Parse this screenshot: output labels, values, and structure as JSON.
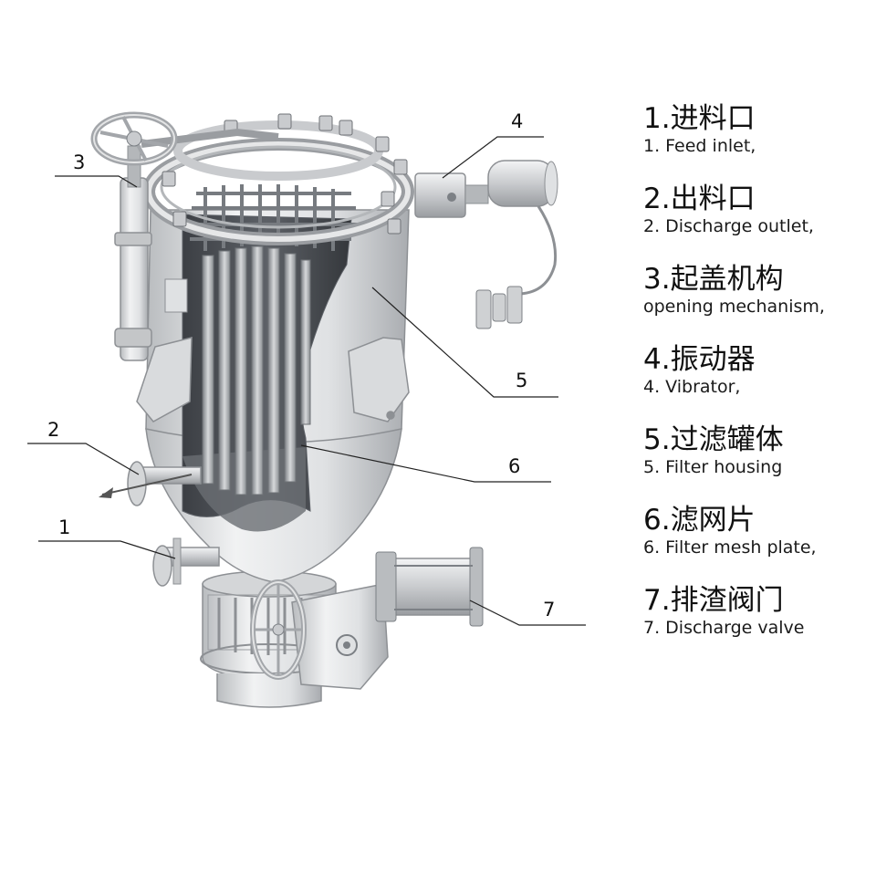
{
  "callouts": {
    "1": "1",
    "2": "2",
    "3": "3",
    "4": "4",
    "5": "5",
    "6": "6",
    "7": "7"
  },
  "legend": [
    {
      "zh": "1.进料口",
      "en": "1. Feed inlet,"
    },
    {
      "zh": "2.出料口",
      "en": "2. Discharge outlet,"
    },
    {
      "zh": "3.起盖机构",
      "en": "opening mechanism,"
    },
    {
      "zh": "4.振动器",
      "en": "4. Vibrator,"
    },
    {
      "zh": "5.过滤罐体",
      "en": "5. Filter housing"
    },
    {
      "zh": "6.滤网片",
      "en": "6. Filter mesh plate,"
    },
    {
      "zh": "7.排渣阀门",
      "en": "7. Discharge valve"
    }
  ],
  "colors": {
    "metal_light": "#e9eaeb",
    "metal_mid": "#c4c6c8",
    "metal_dark": "#8d9094",
    "interior_dark": "#4a4d52",
    "leader_line": "#222222"
  },
  "icons": [
    "filter-vessel-illustration",
    "handwheel-icon",
    "vibrator-motor-icon",
    "pneumatic-cylinder-icon"
  ]
}
